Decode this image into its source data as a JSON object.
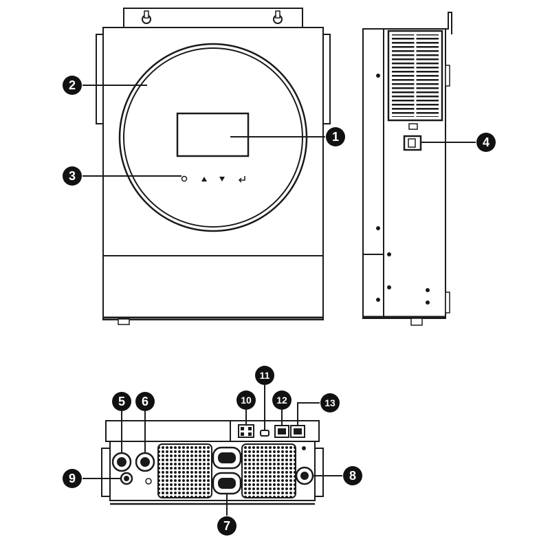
{
  "callouts": [
    {
      "id": "lcd-display",
      "number": "1"
    },
    {
      "id": "ring-indicator",
      "number": "2"
    },
    {
      "id": "function-buttons",
      "number": "3"
    },
    {
      "id": "power-switch",
      "number": "4"
    },
    {
      "id": "terminal-5",
      "number": "5"
    },
    {
      "id": "terminal-6",
      "number": "6"
    },
    {
      "id": "terminal-7",
      "number": "7"
    },
    {
      "id": "terminal-8",
      "number": "8"
    },
    {
      "id": "terminal-9",
      "number": "9"
    },
    {
      "id": "terminal-10",
      "number": "10"
    },
    {
      "id": "terminal-11",
      "number": "11"
    },
    {
      "id": "terminal-12",
      "number": "12"
    },
    {
      "id": "terminal-13",
      "number": "13"
    }
  ],
  "colors": {
    "line": "#1a1a1a",
    "fill": "#ffffff",
    "badge": "#111111"
  },
  "buttons": [
    {
      "icon": "up-arrow-icon"
    },
    {
      "icon": "down-arrow-icon"
    },
    {
      "icon": "enter-icon"
    }
  ]
}
